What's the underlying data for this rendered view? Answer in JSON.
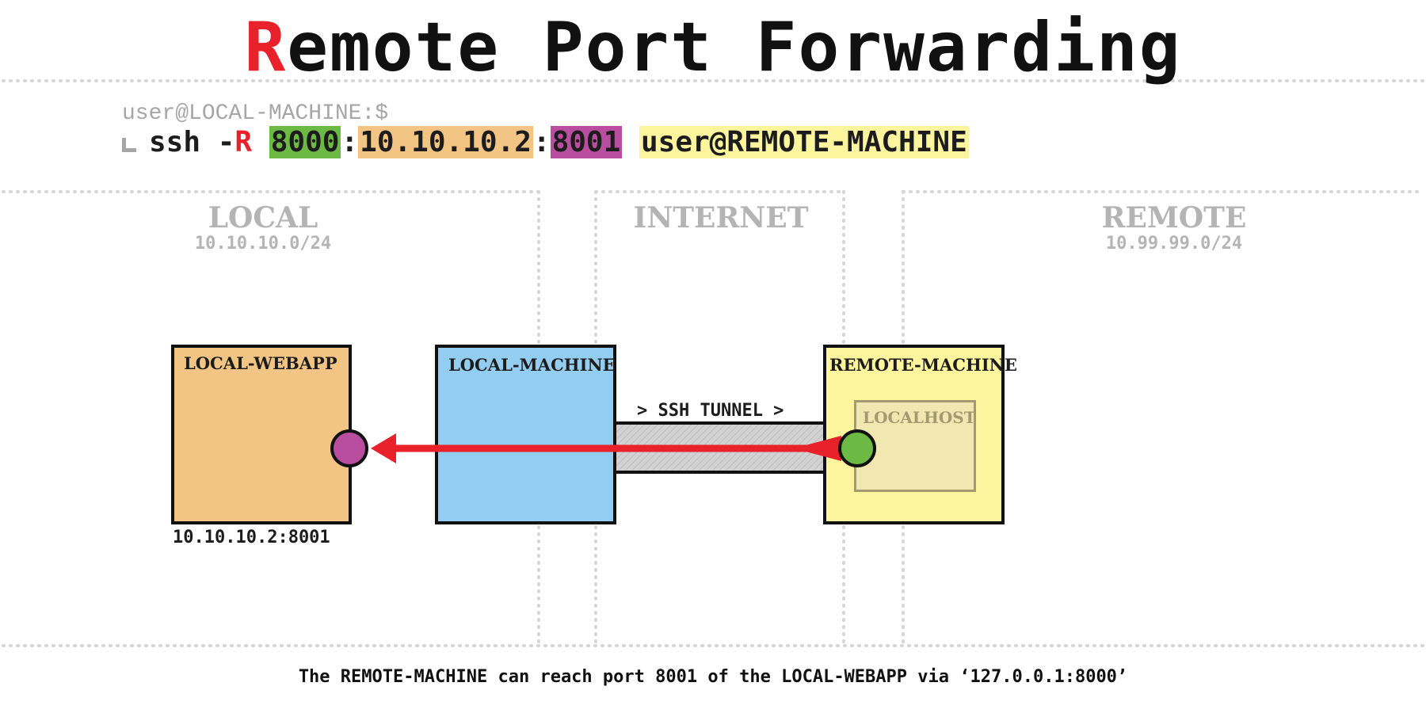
{
  "title": {
    "first_letter": "R",
    "rest": "emote Port Forwarding"
  },
  "prompt": "user@LOCAL-MACHINE:$",
  "command": {
    "base": "ssh -",
    "flag": "R",
    "local_port": "8000",
    "sep1": ":",
    "target_host": "10.10.10.2",
    "sep2": ":",
    "target_port": "8001",
    "destination": "user@REMOTE-MACHINE"
  },
  "zones": {
    "local": {
      "title": "LOCAL",
      "cidr": "10.10.10.0/24"
    },
    "internet": {
      "title": "INTERNET"
    },
    "remote": {
      "title": "REMOTE",
      "cidr": "10.99.99.0/24"
    }
  },
  "nodes": {
    "local_webapp": {
      "label": "LOCAL-WEBAPP",
      "address": "10.10.10.2:8001"
    },
    "local_machine": {
      "label": "LOCAL-MACHINE"
    },
    "remote_machine": {
      "label": "REMOTE-MACHINE",
      "inner_label": "LOCALHOST"
    }
  },
  "tunnel_label": "> SSH TUNNEL >",
  "caption": "The REMOTE-MACHINE can reach port 8001 of the LOCAL-WEBAPP via ‘127.0.0.1:8000’",
  "colors": {
    "red": "#e8212a",
    "green": "#6cb944",
    "orange": "#f3c585",
    "magenta": "#b94d9f",
    "blue": "#93cdf0",
    "yellow": "#fdf49e",
    "grey": "#b4b4b4"
  }
}
